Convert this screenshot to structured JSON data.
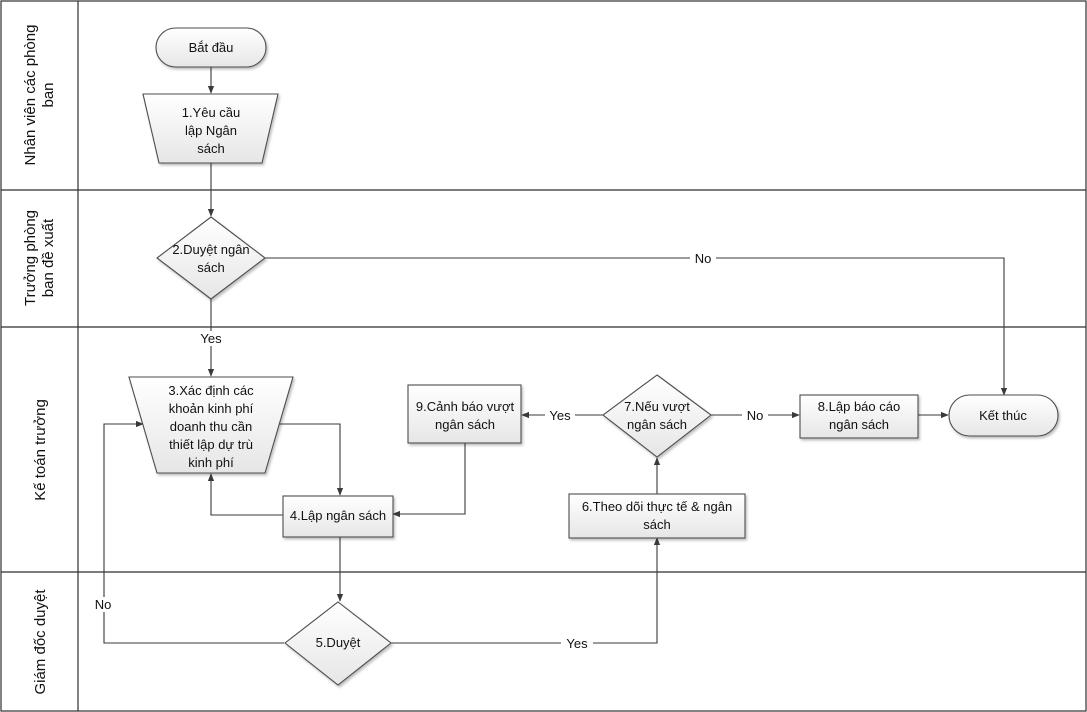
{
  "lanes": [
    {
      "id": "staff",
      "label_lines": [
        "Nhân viên các phòng",
        "ban"
      ]
    },
    {
      "id": "head",
      "label_lines": [
        "Trưởng phòng",
        "ban đề xuất"
      ]
    },
    {
      "id": "accountant",
      "label_lines": [
        "Kế toán trưởng"
      ]
    },
    {
      "id": "director",
      "label_lines": [
        "Giám đốc duyệt"
      ]
    }
  ],
  "nodes": {
    "start": {
      "shape": "terminator",
      "lines": [
        "Bắt đầu"
      ]
    },
    "n1": {
      "shape": "manual-operation",
      "lines": [
        "1.Yêu cầu",
        "lập Ngân",
        "sách"
      ]
    },
    "n2": {
      "shape": "decision",
      "lines": [
        "2.Duyệt ngân",
        "sách"
      ]
    },
    "n3": {
      "shape": "manual-operation",
      "lines": [
        "3.Xác định các",
        "khoản kinh phí",
        "doanh thu cần",
        "thiết lập dự trù",
        "kinh phí"
      ]
    },
    "n4": {
      "shape": "process",
      "lines": [
        "4.Lập ngân sách"
      ]
    },
    "n5": {
      "shape": "decision",
      "lines": [
        "5.Duyệt"
      ]
    },
    "n6": {
      "shape": "process",
      "lines": [
        "6.Theo dõi thực tế & ngân",
        "sách"
      ]
    },
    "n7": {
      "shape": "decision",
      "lines": [
        "7.Nếu vượt",
        "ngân sách"
      ]
    },
    "n8": {
      "shape": "process",
      "lines": [
        "8.Lập báo cáo",
        "ngân sách"
      ]
    },
    "n9": {
      "shape": "process",
      "lines": [
        "9.Cảnh báo vượt",
        "ngân sách"
      ]
    },
    "end": {
      "shape": "terminator",
      "lines": [
        "Kết thúc"
      ]
    }
  },
  "edge_labels": {
    "n2_no": "No",
    "n2_yes": "Yes",
    "n5_no": "No",
    "n5_yes": "Yes",
    "n7_yes": "Yes",
    "n7_no": "No"
  },
  "colors": {
    "shape_fill_top": "#ffffff",
    "shape_fill_bottom": "#e6e6e6",
    "stroke": "#4d4d4d",
    "lane_border": "#2f2f2f"
  }
}
